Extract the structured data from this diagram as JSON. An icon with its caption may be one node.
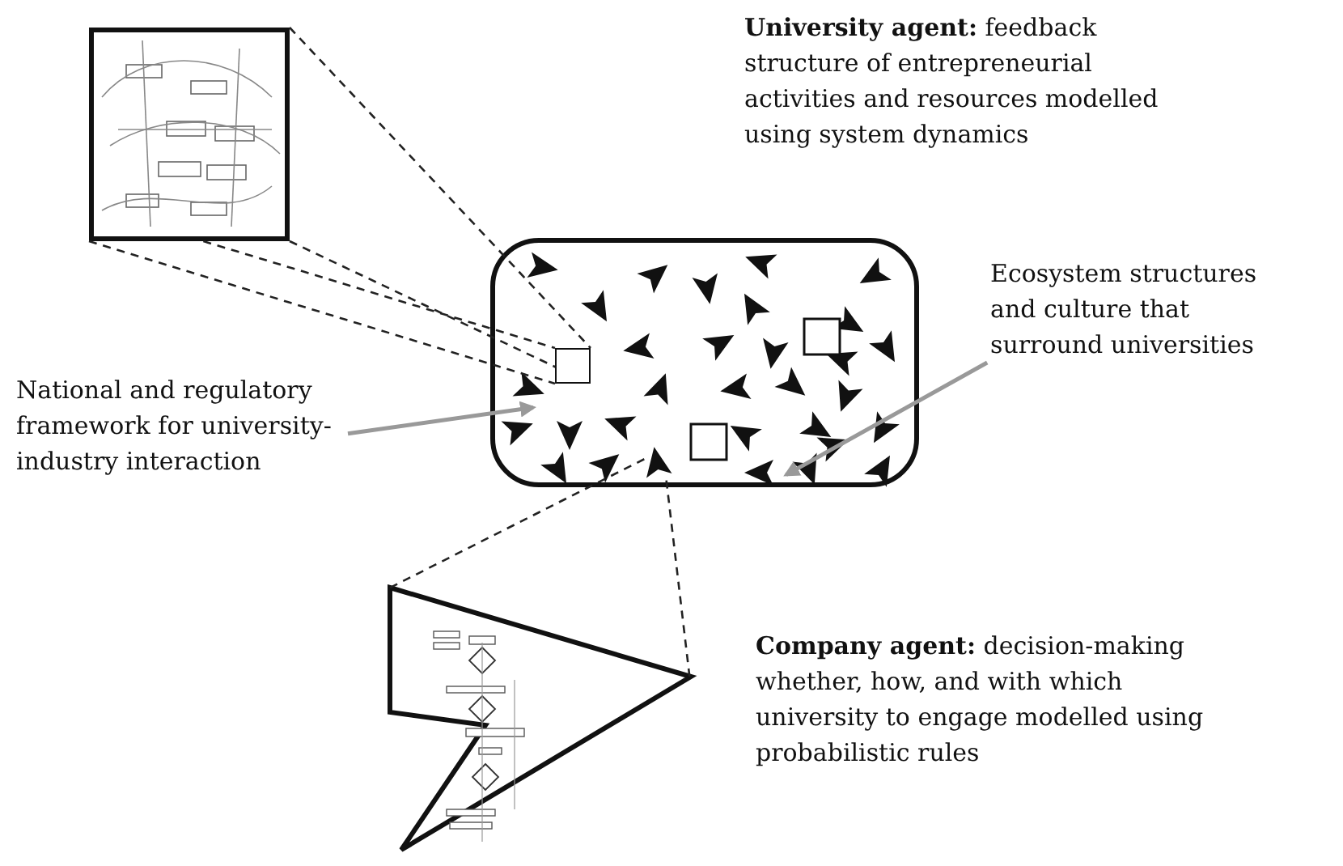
{
  "diagram": {
    "nodes": [
      {
        "text": [],
        "shape": "box"
      },
      {
        "text": [],
        "shape": "picture"
      },
      {
        "text": [],
        "shape": "picture"
      },
      {
        "text": [
          "National and regulatory framework for university-industry interaction"
        ]
      },
      {
        "text": [
          "Ecosystem structures and culture that surround universities"
        ]
      },
      {
        "text": [],
        "shape": "box",
        "in": 0
      },
      {
        "text": [],
        "shape": "triangle",
        "in": 0
      }
    ],
    "edges": [
      {
        "from": 3,
        "to": 0,
        "arrow": "to",
        "color": "#999999"
      },
      {
        "from": 4,
        "to": 0,
        "arrow": "to",
        "color": "#999999"
      },
      {
        "from": 1,
        "to": 5,
        "arrow": "none",
        "style": "dashed"
      },
      {
        "from": 1,
        "to": 5,
        "arrow": "none",
        "style": "dashed"
      },
      {
        "from": 1,
        "to": 5,
        "arrow": "none",
        "style": "dashed"
      },
      {
        "from": 1,
        "to": 5,
        "arrow": "none",
        "style": "dashed"
      },
      {
        "from": 2,
        "to": 6,
        "arrow": "none",
        "style": "dashed"
      },
      {
        "from": 2,
        "to": 6,
        "arrow": "none",
        "style": "dashed"
      }
    ],
    "labels": [
      "**University agent:** feedback structure of entrepreneurial activities and resources modelled using system dynamics",
      "**Company agent:** decision-making whether, how, and with which university to engage modelled using probabilistic rules"
    ]
  }
}
